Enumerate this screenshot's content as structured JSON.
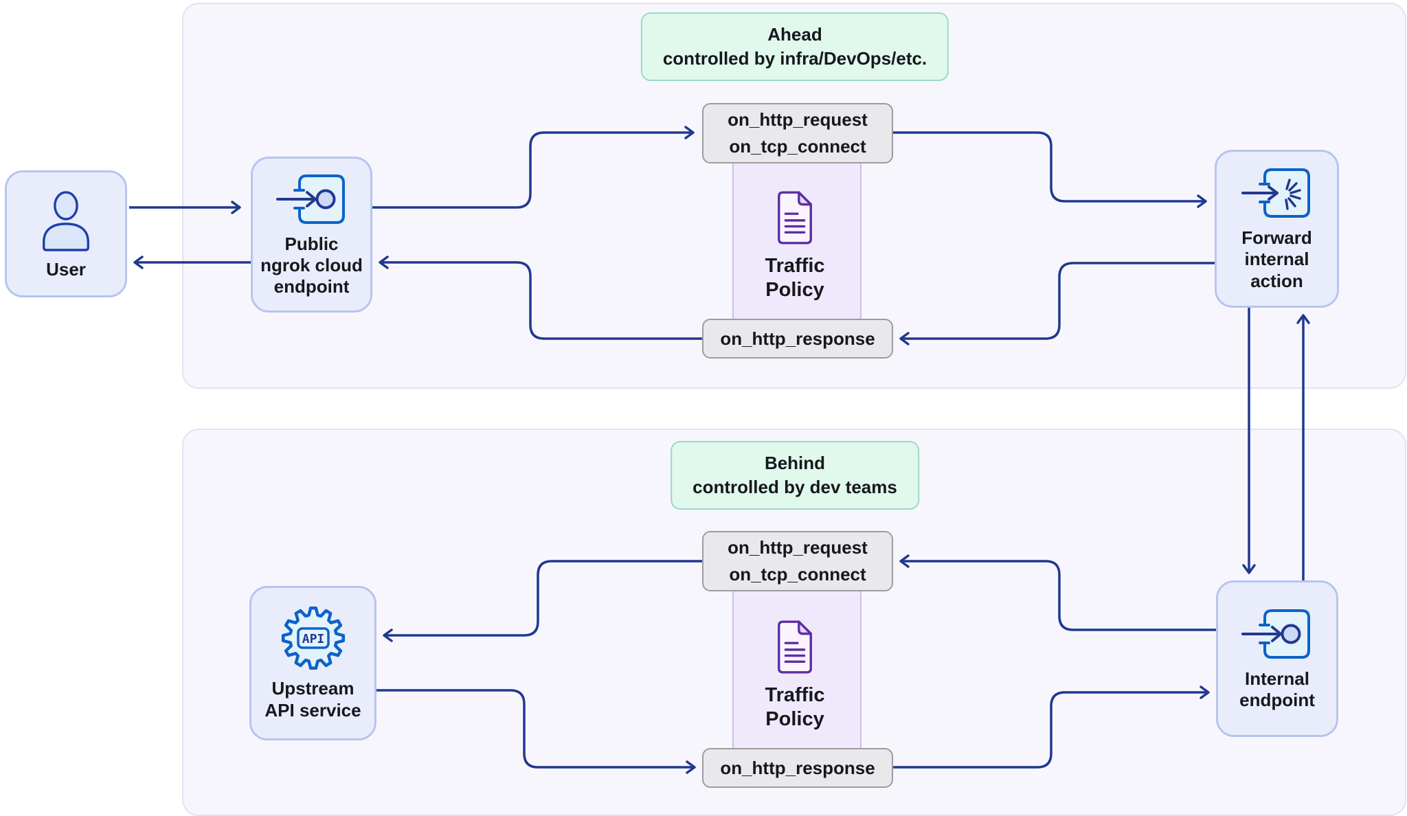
{
  "panels": {
    "ahead": {
      "title": "Ahead",
      "subtitle": "controlled by infra/DevOps/etc."
    },
    "behind": {
      "title": "Behind",
      "subtitle": "controlled by dev teams"
    }
  },
  "nodes": {
    "user": {
      "label": "User"
    },
    "public_endpoint": {
      "label": "Public\nngrok cloud\nendpoint"
    },
    "forward_action": {
      "label": "Forward\ninternal\naction"
    },
    "upstream": {
      "label": "Upstream\nAPI service"
    },
    "internal_endpoint": {
      "label": "Internal\nendpoint"
    }
  },
  "hooks": {
    "ahead_request": {
      "label": "on_http_request\non_tcp_connect"
    },
    "ahead_response": {
      "label": "on_http_response"
    },
    "behind_request": {
      "label": "on_http_request\non_tcp_connect"
    },
    "behind_response": {
      "label": "on_http_response"
    }
  },
  "traffic_policy": {
    "ahead_label": "Traffic\nPolicy",
    "behind_label": "Traffic\nPolicy"
  },
  "icons": {
    "user": "person-icon",
    "public_endpoint": "endpoint-arrow-circle-icon",
    "forward_action": "endpoint-arrow-burst-icon",
    "upstream": "api-gear-icon",
    "internal_endpoint": "endpoint-arrow-circle-icon",
    "traffic_policy": "policy-document-icon",
    "api_text": "API"
  },
  "colors": {
    "connector": "#20388f",
    "panel_bg": "#f8f6fd",
    "panel_border": "#e6e0f3",
    "node_bg": "#e9edfb",
    "node_border": "#b7c4ef",
    "badge_bg": "#e1f8ed",
    "badge_border": "#9bd9c6",
    "hook_bg": "#e9e8ea",
    "hook_border": "#9c9ca0",
    "band_bg": "#f0e9fb",
    "band_border": "#cebcec",
    "icon_blue": "#0c63c7",
    "icon_navy": "#22398f",
    "doc_purple": "#5e2da5",
    "text": "#16181d"
  }
}
